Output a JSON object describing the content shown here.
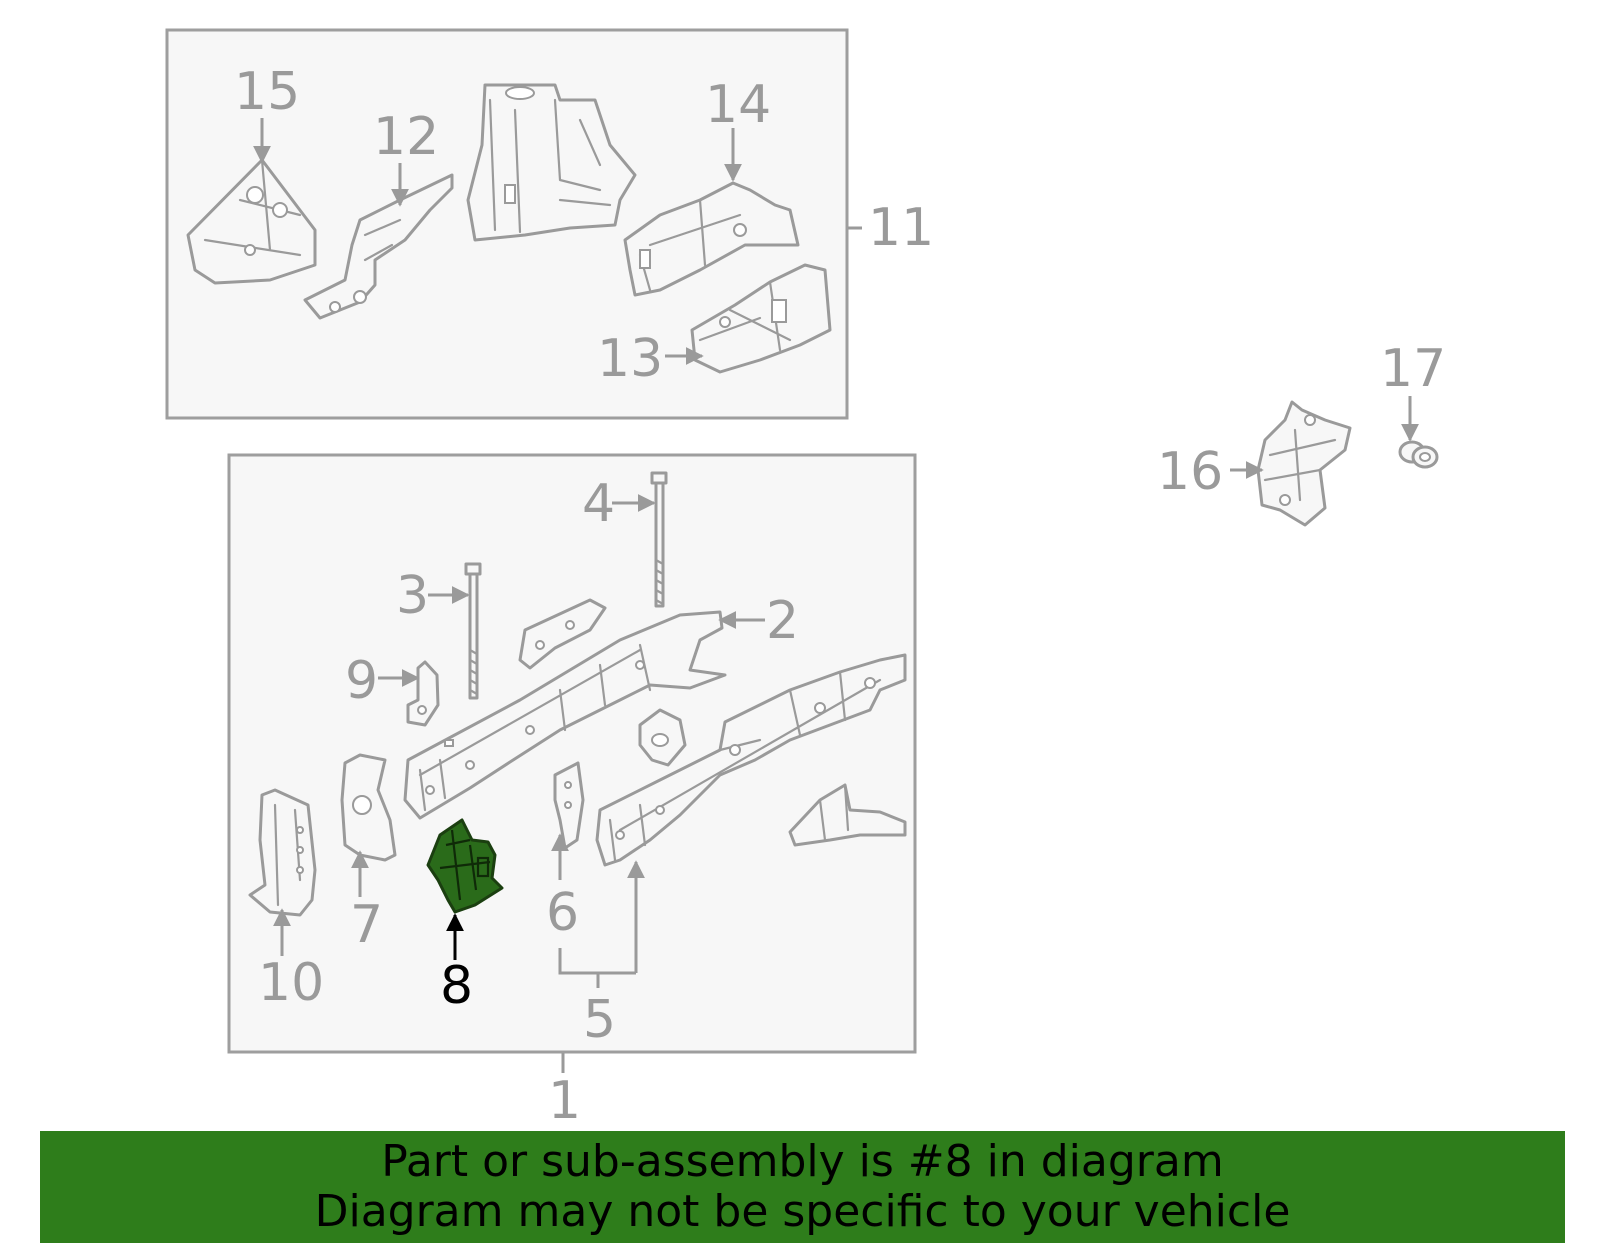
{
  "callouts": {
    "c1": "1",
    "c2": "2",
    "c3": "3",
    "c4": "4",
    "c5": "5",
    "c6": "6",
    "c7": "7",
    "c8": "8",
    "c9": "9",
    "c10": "10",
    "c11": "11",
    "c12": "12",
    "c13": "13",
    "c14": "14",
    "c15": "15",
    "c16": "16",
    "c17": "17"
  },
  "highlight": {
    "part_number": "8",
    "color": "#2e7d1b"
  },
  "banner": {
    "line1": "Part or sub-assembly is #8 in diagram",
    "line2": "Diagram may not be specific to your vehicle",
    "color": "#2e7d1b"
  }
}
